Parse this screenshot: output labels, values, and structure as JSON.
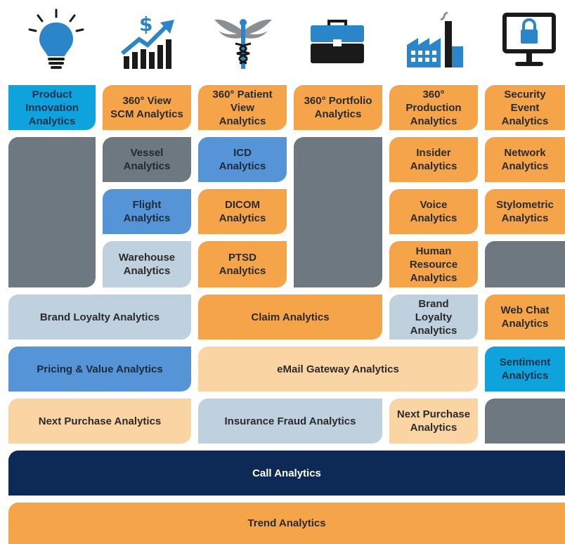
{
  "icons": [
    "lightbulb-icon",
    "growth-chart-dollar-icon",
    "caduceus-icon",
    "briefcase-icon",
    "factory-icon",
    "secure-monitor-icon"
  ],
  "tiles": {
    "product_innovation": "Product\nInnovation\nAnalytics",
    "scm_360": "360° View\nSCM Analytics",
    "patient_360": "360° Patient\nView\nAnalytics",
    "portfolio_360": "360° Portfolio\nAnalytics",
    "production_360": "360°\nProduction\nAnalytics",
    "security_event": "Security\nEvent\nAnalytics",
    "vessel": "Vessel\nAnalytics",
    "icd": "ICD\nAnalytics",
    "insider": "Insider\nAnalytics",
    "network": "Network\nAnalytics",
    "flight": "Flight\nAnalytics",
    "dicom": "DICOM\nAnalytics",
    "voice": "Voice\nAnalytics",
    "stylometric": "Stylometric\nAnalytics",
    "warehouse": "Warehouse\nAnalytics",
    "ptsd": "PTSD\nAnalytics",
    "human_resource": "Human\nResource\nAnalytics",
    "brand_loyalty_wide": "Brand Loyalty Analytics",
    "claim": "Claim Analytics",
    "brand_loyalty_small": "Brand\nLoyalty\nAnalytics",
    "web_chat": "Web Chat\nAnalytics",
    "pricing_value": "Pricing & Value Analytics",
    "email_gateway": "eMail Gateway Analytics",
    "sentiment": "Sentiment\nAnalytics",
    "next_purchase_wide": "Next Purchase Analytics",
    "insurance_fraud": "Insurance Fraud Analytics",
    "next_purchase_small": "Next Purchase\nAnalytics",
    "call": "Call Analytics",
    "trend": "Trend Analytics"
  },
  "colors": {
    "orange": "#f5a449",
    "light_orange": "#fbd4a4",
    "gray": "#6e7880",
    "light_gray_blue": "#bfd0de",
    "blue": "#5595d7",
    "cyan": "#0fa3dd",
    "navy": "#0c2a55",
    "icon_blue": "#2a86c8"
  }
}
